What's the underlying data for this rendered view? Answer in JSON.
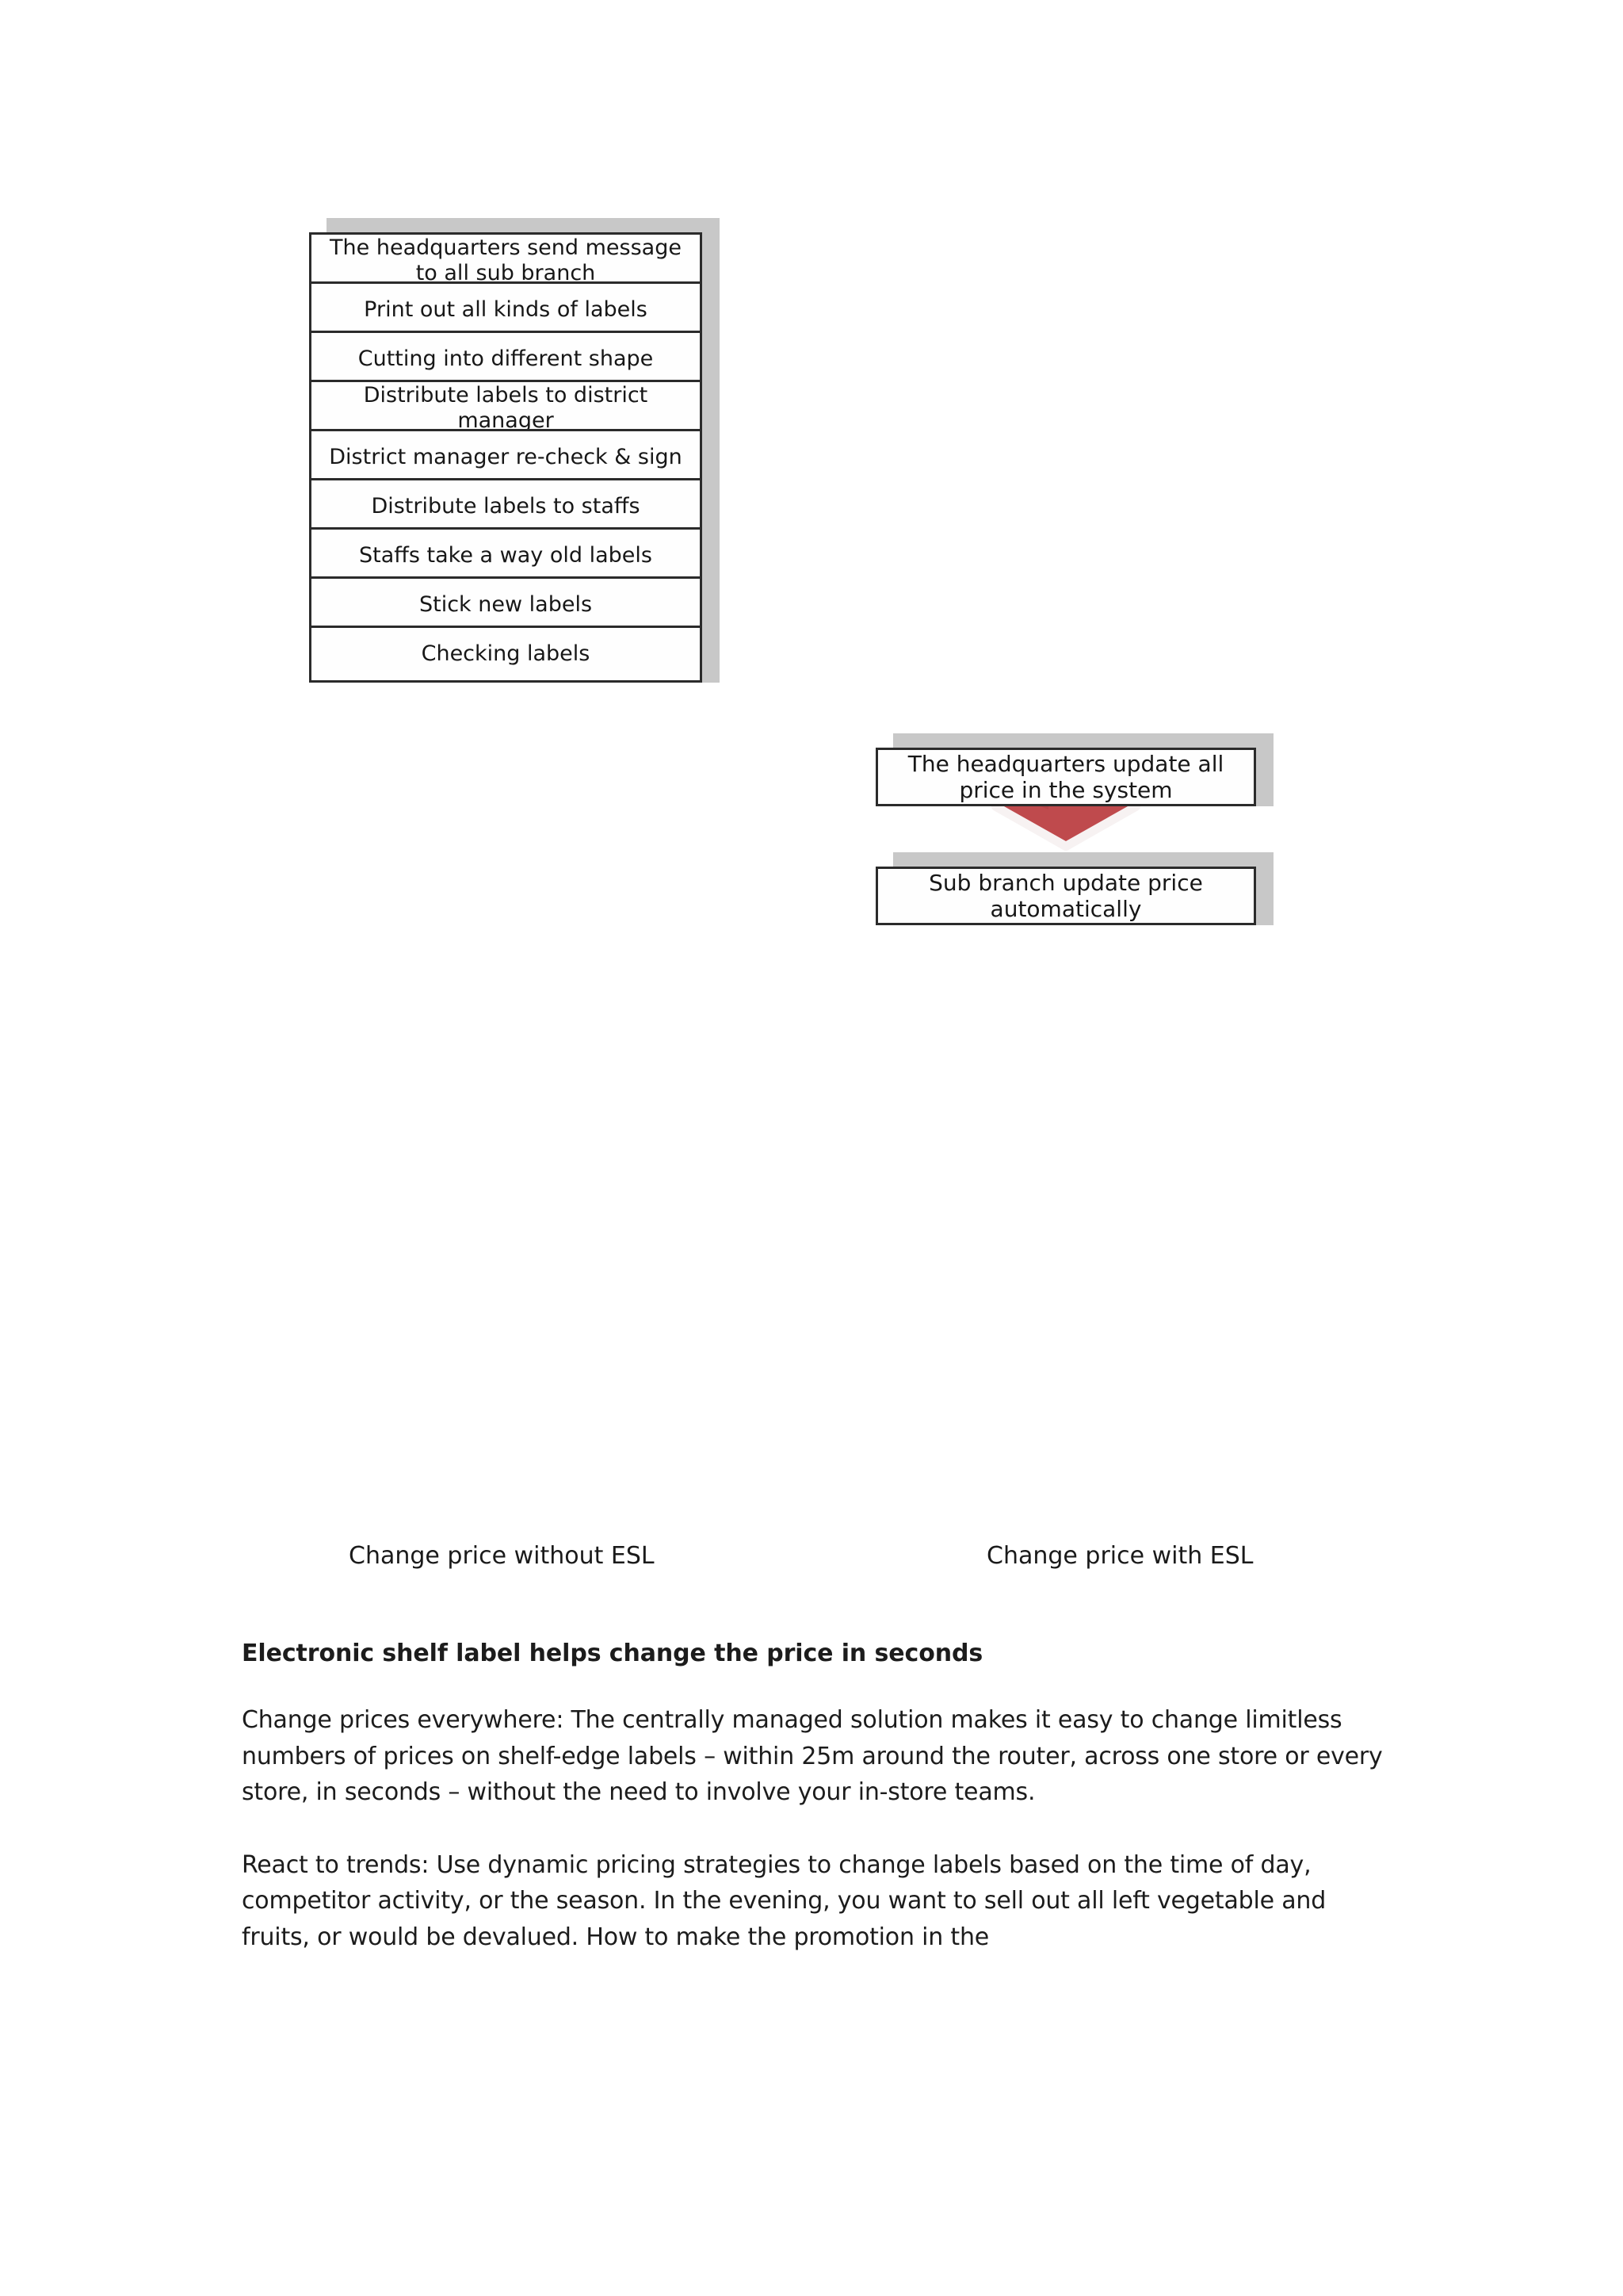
{
  "figure": {
    "left_flow": {
      "caption": "Change price without ESL",
      "nodes": [
        {
          "label": "The headquarters send message to all sub branch"
        },
        {
          "label": "Print out all kinds of labels"
        },
        {
          "label": "Cutting into different shape"
        },
        {
          "label": "Distribute labels to district manager"
        },
        {
          "label": "District manager re-check & sign"
        },
        {
          "label": "Distribute labels to staffs"
        },
        {
          "label": "Staffs take a way old labels"
        },
        {
          "label": "Stick new labels"
        },
        {
          "label": "Checking labels"
        }
      ]
    },
    "right_flow": {
      "caption": "Change price with ESL",
      "nodes": [
        {
          "label": "The headquarters update all price in the system"
        },
        {
          "label": "Sub branch update price automatically"
        }
      ]
    },
    "colors": {
      "arrow_red": "#bf4a4d",
      "arrow_red_dark": "#a83a3d",
      "box_shadow_gray": "#c8c8c8",
      "box_border": "#2b2b2b",
      "box_fill": "#fefefe",
      "arrow_wing_gray": "#b9b9b9",
      "arrow_outline": "#f7f2f2"
    }
  },
  "prose": {
    "heading": "Electronic shelf label helps change the price in seconds",
    "paragraphs": [
      "Change prices everywhere: The centrally managed solution makes it easy to change limitless numbers of prices on shelf-edge labels – within 25m around the router, across one store or every store, in seconds – without the need to involve your in-store teams.",
      "React to trends: Use dynamic pricing strategies to change labels based on the time of day, competitor activity, or the season. In the evening, you want to sell out all left vegetable and fruits, or would be devalued. How to make the promotion in the"
    ]
  }
}
